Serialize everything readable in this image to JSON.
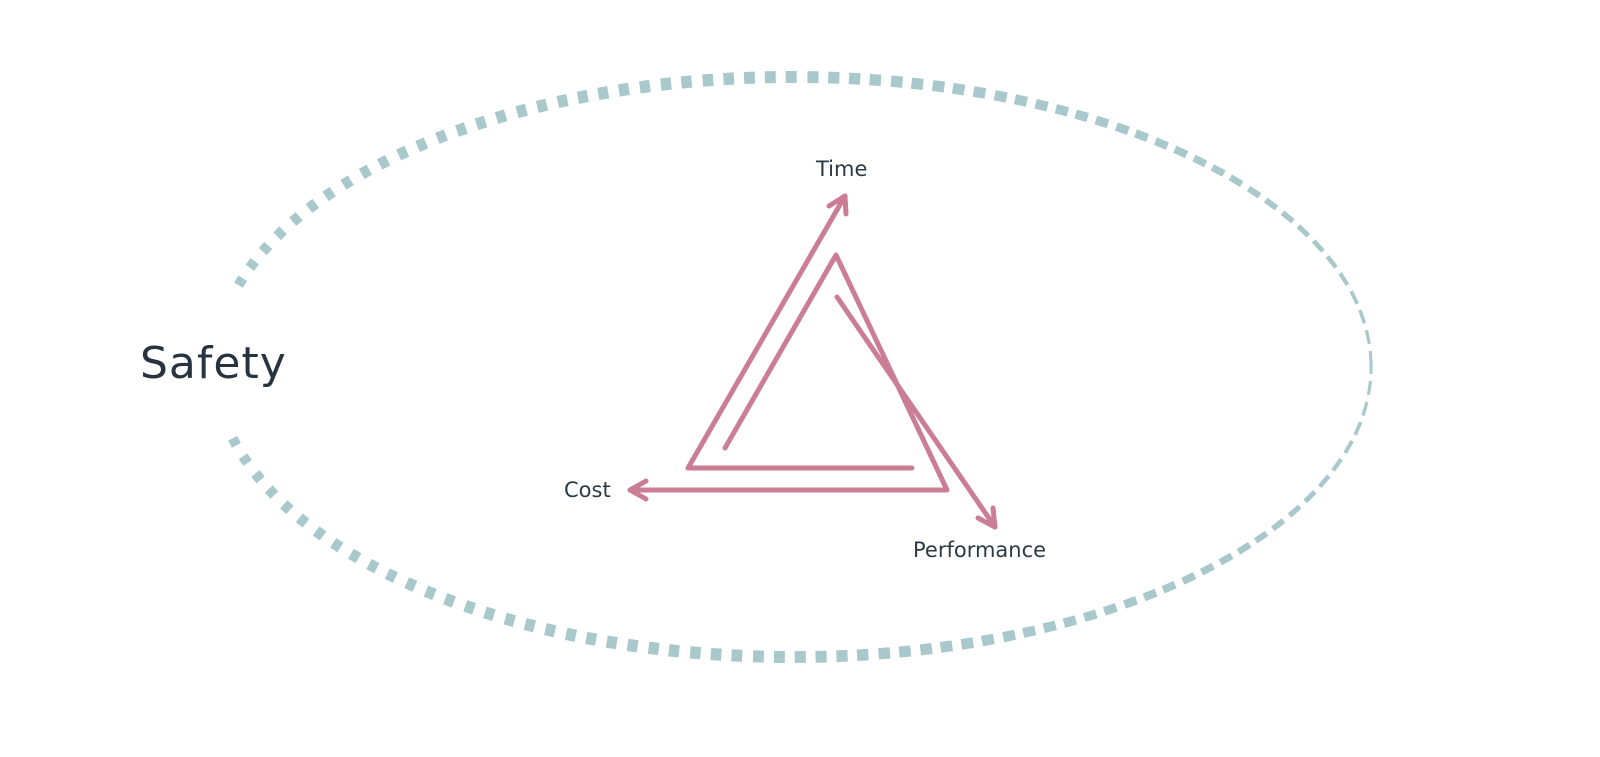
{
  "outer": {
    "label": "Safety",
    "color": "#a8c8cb"
  },
  "triangle": {
    "color": "#cb7d96",
    "labels": {
      "time": "Time",
      "cost": "Cost",
      "performance": "Performance"
    }
  },
  "text_color": "#2c3a45"
}
